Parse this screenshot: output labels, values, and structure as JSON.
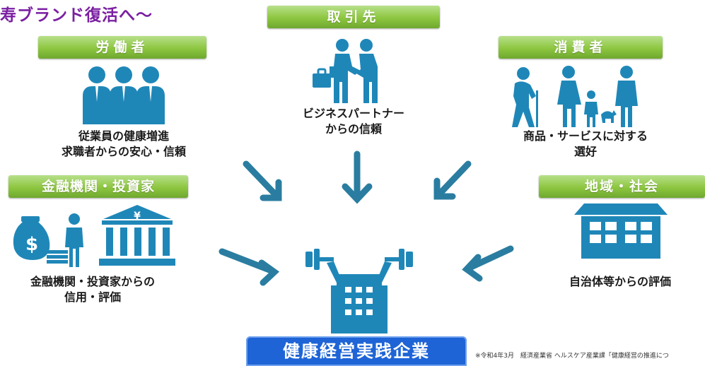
{
  "title": "寿ブランド復活へ〜",
  "stakeholders": {
    "workers": {
      "label": "労働者",
      "caption": [
        "従業員の健康増進",
        "求職者からの安心・信頼"
      ],
      "icon": "workers-group-icon"
    },
    "partners": {
      "label": "取引先",
      "caption": [
        "ビジネスパートナー",
        "からの信頼"
      ],
      "icon": "handshake-icon"
    },
    "consumers": {
      "label": "消費者",
      "caption": [
        "商品・サービスに対する",
        "選好"
      ],
      "icon": "family-icon"
    },
    "finance": {
      "label": "金融機関・投資家",
      "caption": [
        "金融機関・投資家からの",
        "信用・評価"
      ],
      "icon": "bank-yen-icon"
    },
    "community": {
      "label": "地域・社会",
      "caption": [
        "自治体等からの評価"
      ],
      "icon": "municipal-building-icon"
    }
  },
  "center": {
    "label": "健康経営実践企業",
    "icon": "building-dumbbell-icon"
  },
  "footnote": "※令和4年3月　経済産業省 ヘルスケア産業課「健康経営の推進につ",
  "colors": {
    "tag": "#8dc63f",
    "icon": "#1f87b8",
    "arrow": "#2a7da0",
    "main": "#1e64d6",
    "title": "#7b1fa2"
  }
}
